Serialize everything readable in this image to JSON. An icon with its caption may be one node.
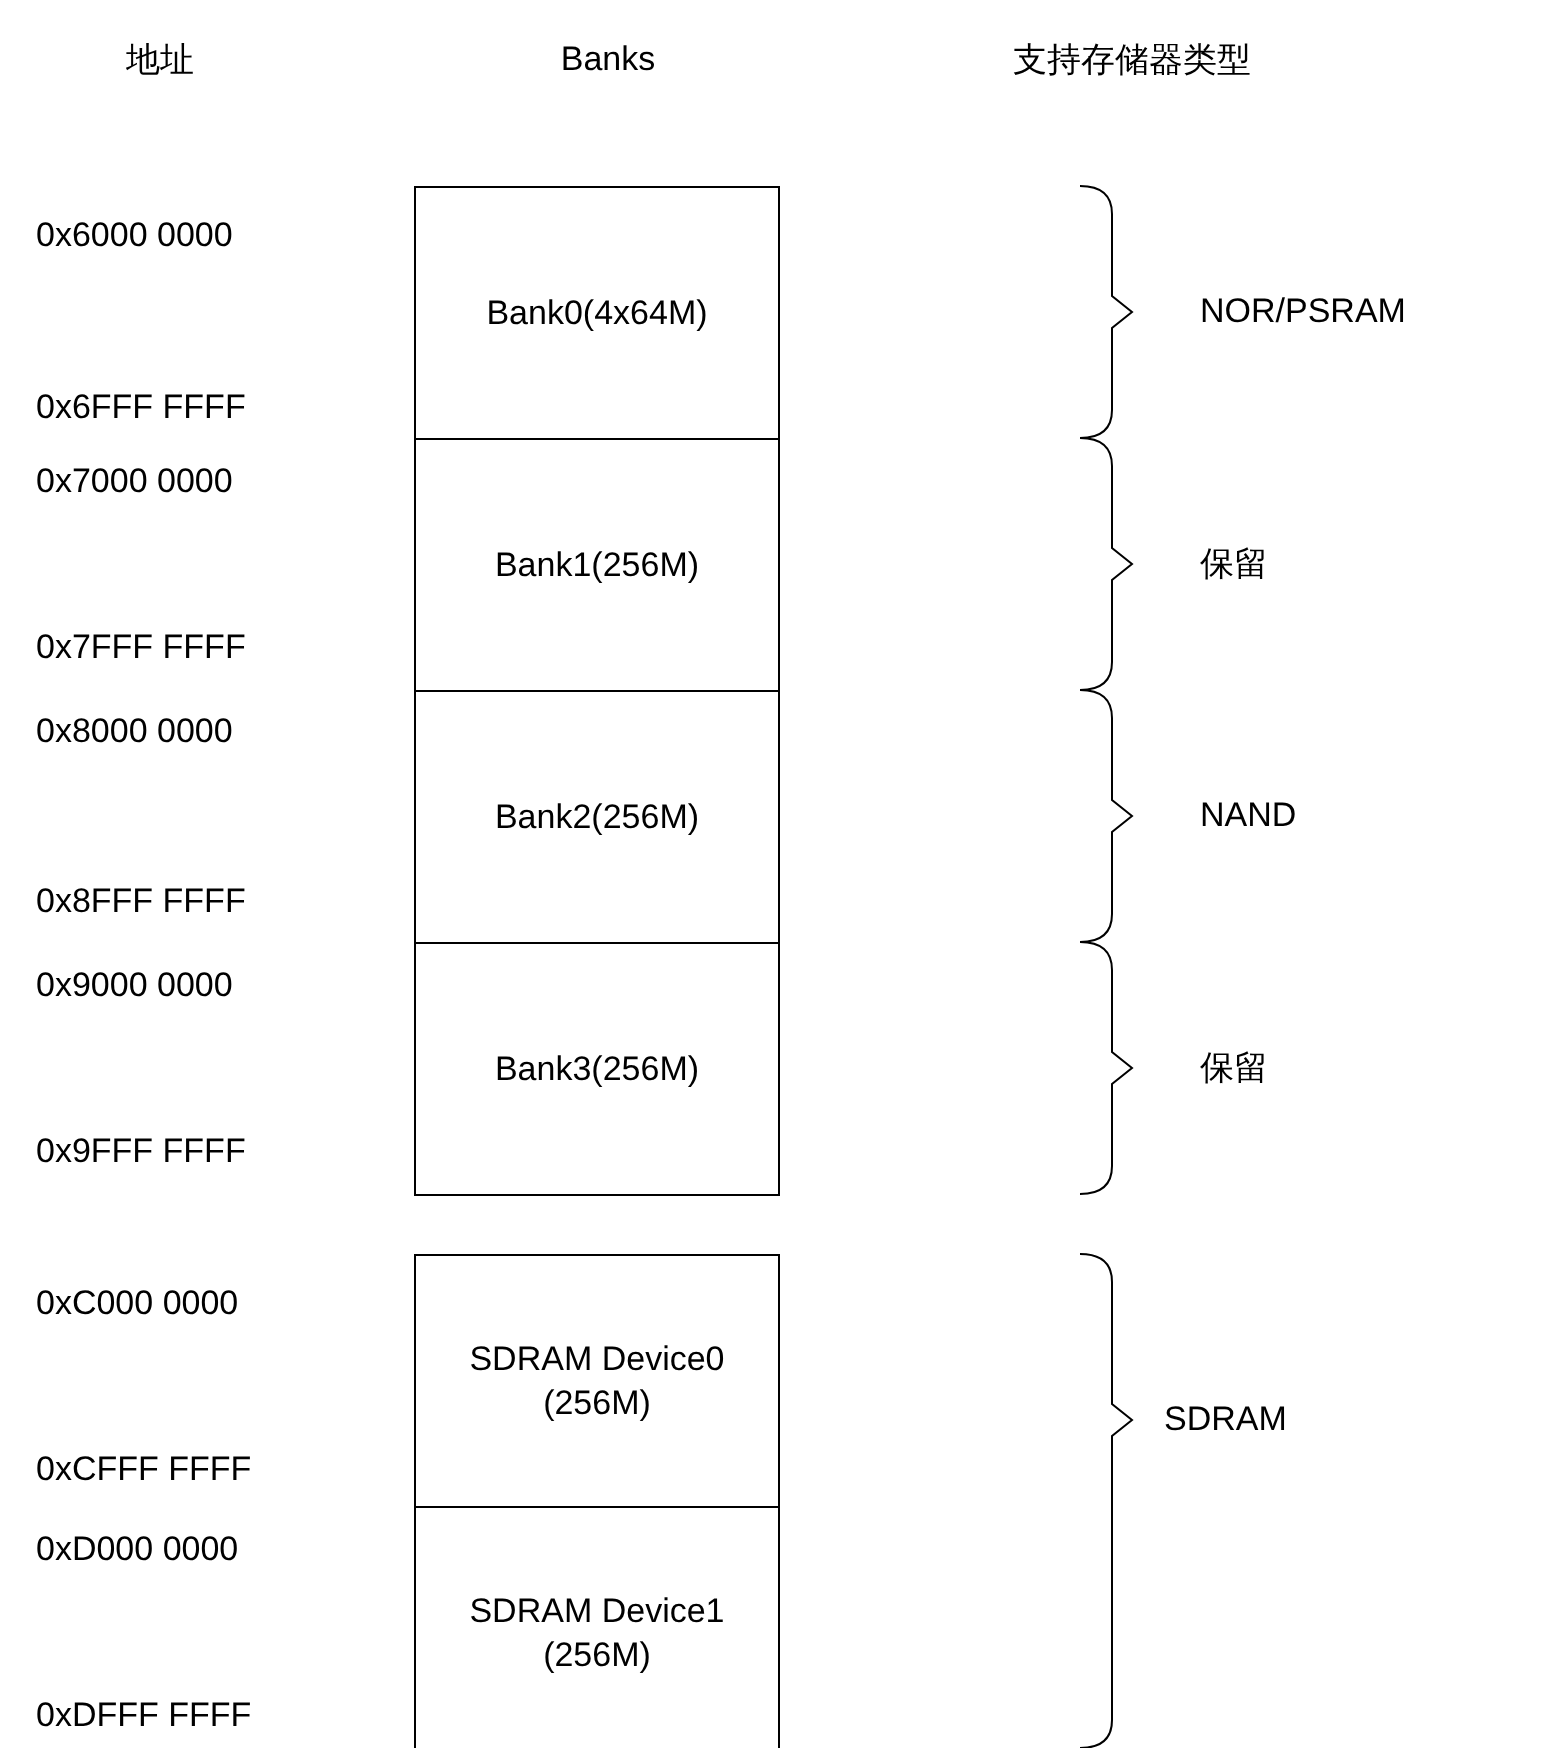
{
  "diagram": {
    "nodes": [
      {
        "text": [
          "Bank0(4x64M)"
        ]
      },
      {
        "text": [
          "Bank1(256M)"
        ]
      },
      {
        "text": [
          "Bank2(256M)"
        ]
      },
      {
        "text": [
          "Bank3(256M)"
        ]
      },
      {
        "text": [
          "SDRAM Device0 (256M)"
        ]
      },
      {
        "text": [
          "SDRAM Device1 (256M)"
        ]
      }
    ],
    "labels": [
      "地址",
      "Banks",
      "支持存储器类型",
      "0x6000 0000",
      "0x6FFF FFFF",
      "0x7000 0000",
      "0x7FFF FFFF",
      "0x8000 0000",
      "0x8FFF FFFF",
      "0x9000 0000",
      "0x9FFF FFFF",
      "0xC000 0000",
      "0xCFFF FFFF",
      "0xD000 0000",
      "0xDFFF FFFF",
      "NOR/PSRAM",
      "保留",
      "NAND",
      "保留",
      "SDRAM"
    ]
  }
}
